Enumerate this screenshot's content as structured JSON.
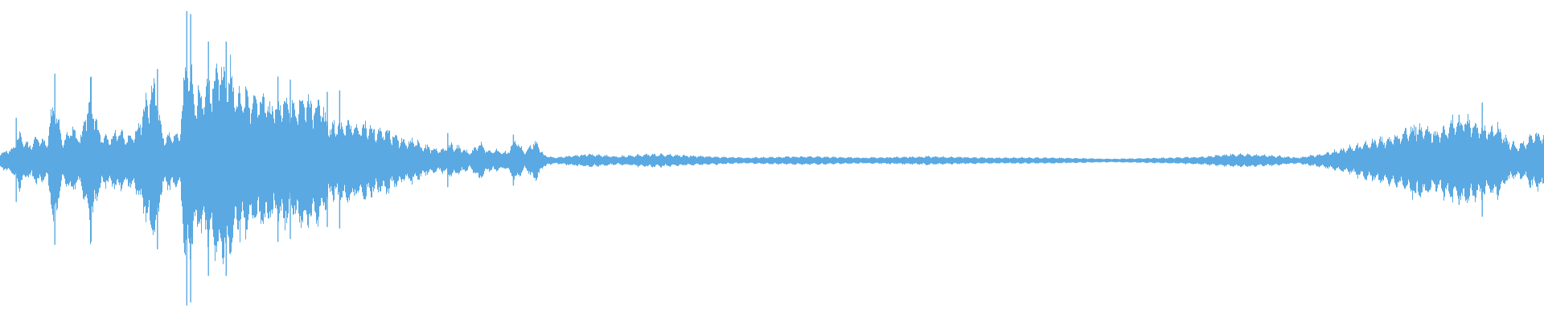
{
  "waveform": {
    "color": "#5aa9e2",
    "background": "#ffffff",
    "envelope_knots": [
      [
        0.0,
        0.06
      ],
      [
        0.008,
        0.1
      ],
      [
        0.012,
        0.22
      ],
      [
        0.018,
        0.12
      ],
      [
        0.025,
        0.2
      ],
      [
        0.03,
        0.12
      ],
      [
        0.035,
        0.55
      ],
      [
        0.04,
        0.15
      ],
      [
        0.046,
        0.28
      ],
      [
        0.052,
        0.18
      ],
      [
        0.058,
        0.58
      ],
      [
        0.064,
        0.22
      ],
      [
        0.07,
        0.18
      ],
      [
        0.076,
        0.25
      ],
      [
        0.082,
        0.18
      ],
      [
        0.088,
        0.26
      ],
      [
        0.094,
        0.45
      ],
      [
        0.1,
        0.7
      ],
      [
        0.105,
        0.2
      ],
      [
        0.11,
        0.22
      ],
      [
        0.116,
        0.2
      ],
      [
        0.121,
        0.95
      ],
      [
        0.126,
        0.55
      ],
      [
        0.132,
        0.6
      ],
      [
        0.137,
        0.7
      ],
      [
        0.142,
        0.85
      ],
      [
        0.148,
        0.75
      ],
      [
        0.153,
        0.55
      ],
      [
        0.158,
        0.6
      ],
      [
        0.163,
        0.48
      ],
      [
        0.168,
        0.55
      ],
      [
        0.173,
        0.5
      ],
      [
        0.178,
        0.45
      ],
      [
        0.184,
        0.52
      ],
      [
        0.19,
        0.42
      ],
      [
        0.196,
        0.55
      ],
      [
        0.202,
        0.48
      ],
      [
        0.208,
        0.46
      ],
      [
        0.214,
        0.28
      ],
      [
        0.22,
        0.3
      ],
      [
        0.226,
        0.33
      ],
      [
        0.232,
        0.28
      ],
      [
        0.238,
        0.3
      ],
      [
        0.244,
        0.24
      ],
      [
        0.25,
        0.24
      ],
      [
        0.256,
        0.2
      ],
      [
        0.262,
        0.15
      ],
      [
        0.268,
        0.17
      ],
      [
        0.274,
        0.11
      ],
      [
        0.28,
        0.1
      ],
      [
        0.286,
        0.08
      ],
      [
        0.292,
        0.13
      ],
      [
        0.298,
        0.1
      ],
      [
        0.304,
        0.06
      ],
      [
        0.31,
        0.15
      ],
      [
        0.316,
        0.08
      ],
      [
        0.322,
        0.08
      ],
      [
        0.328,
        0.06
      ],
      [
        0.334,
        0.18
      ],
      [
        0.34,
        0.06
      ],
      [
        0.346,
        0.17
      ],
      [
        0.352,
        0.05
      ],
      [
        0.358,
        0.02
      ],
      [
        0.38,
        0.05
      ],
      [
        0.4,
        0.03
      ],
      [
        0.42,
        0.05
      ],
      [
        0.44,
        0.04
      ],
      [
        0.46,
        0.03
      ],
      [
        0.48,
        0.02
      ],
      [
        0.52,
        0.03
      ],
      [
        0.56,
        0.02
      ],
      [
        0.6,
        0.03
      ],
      [
        0.64,
        0.02
      ],
      [
        0.68,
        0.02
      ],
      [
        0.72,
        0.01
      ],
      [
        0.76,
        0.02
      ],
      [
        0.78,
        0.03
      ],
      [
        0.8,
        0.05
      ],
      [
        0.82,
        0.04
      ],
      [
        0.84,
        0.02
      ],
      [
        0.86,
        0.06
      ],
      [
        0.872,
        0.1
      ],
      [
        0.88,
        0.12
      ],
      [
        0.89,
        0.16
      ],
      [
        0.898,
        0.18
      ],
      [
        0.906,
        0.22
      ],
      [
        0.914,
        0.26
      ],
      [
        0.922,
        0.28
      ],
      [
        0.93,
        0.22
      ],
      [
        0.938,
        0.3
      ],
      [
        0.946,
        0.34
      ],
      [
        0.952,
        0.36
      ],
      [
        0.958,
        0.3
      ],
      [
        0.964,
        0.26
      ],
      [
        0.97,
        0.3
      ],
      [
        0.976,
        0.16
      ],
      [
        0.982,
        0.12
      ],
      [
        0.988,
        0.16
      ],
      [
        0.994,
        0.24
      ],
      [
        1.0,
        0.22
      ]
    ],
    "spikes": [
      [
        0.121,
        0.98
      ],
      [
        0.1235,
        0.96
      ],
      [
        0.135,
        0.78
      ],
      [
        0.1465,
        0.78
      ],
      [
        0.102,
        0.6
      ],
      [
        0.059,
        0.55
      ],
      [
        0.0355,
        0.57
      ],
      [
        0.0105,
        0.28
      ],
      [
        0.18,
        0.55
      ],
      [
        0.188,
        0.53
      ],
      [
        0.212,
        0.45
      ],
      [
        0.22,
        0.46
      ],
      [
        0.96,
        0.38
      ],
      [
        0.945,
        0.3
      ],
      [
        0.917,
        0.22
      ],
      [
        0.3325,
        0.17
      ],
      [
        0.29,
        0.18
      ]
    ]
  }
}
